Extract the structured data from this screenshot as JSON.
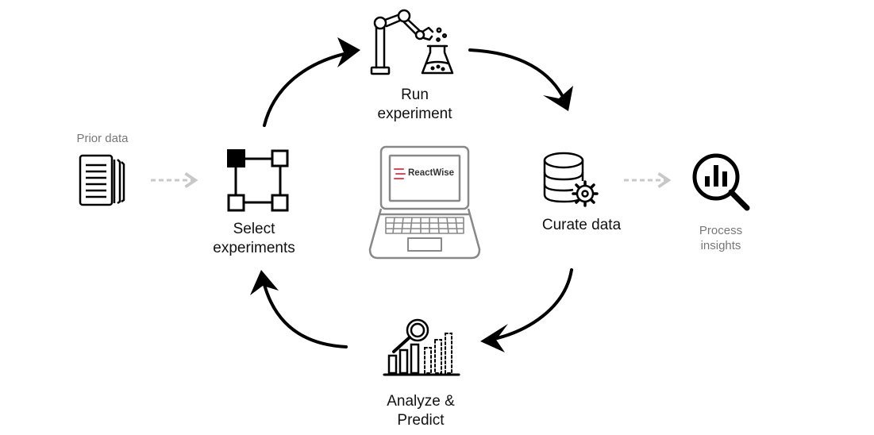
{
  "cycle": {
    "run": {
      "line1": "Run",
      "line2": "experiment"
    },
    "curate": {
      "line1": "Curate data"
    },
    "analyze": {
      "line1": "Analyze &",
      "line2": "Predict"
    },
    "select": {
      "line1": "Select",
      "line2": "experiments"
    }
  },
  "inputs": {
    "prior": "Prior data"
  },
  "outputs": {
    "line1": "Process",
    "line2": "insights"
  },
  "laptop": {
    "brand": "ReactWise"
  },
  "colors": {
    "ink": "#111111",
    "muted": "#777777",
    "dashed_arrow": "#c8c8c8",
    "laptop": "#888888",
    "brand_accent": "#e8445a"
  }
}
